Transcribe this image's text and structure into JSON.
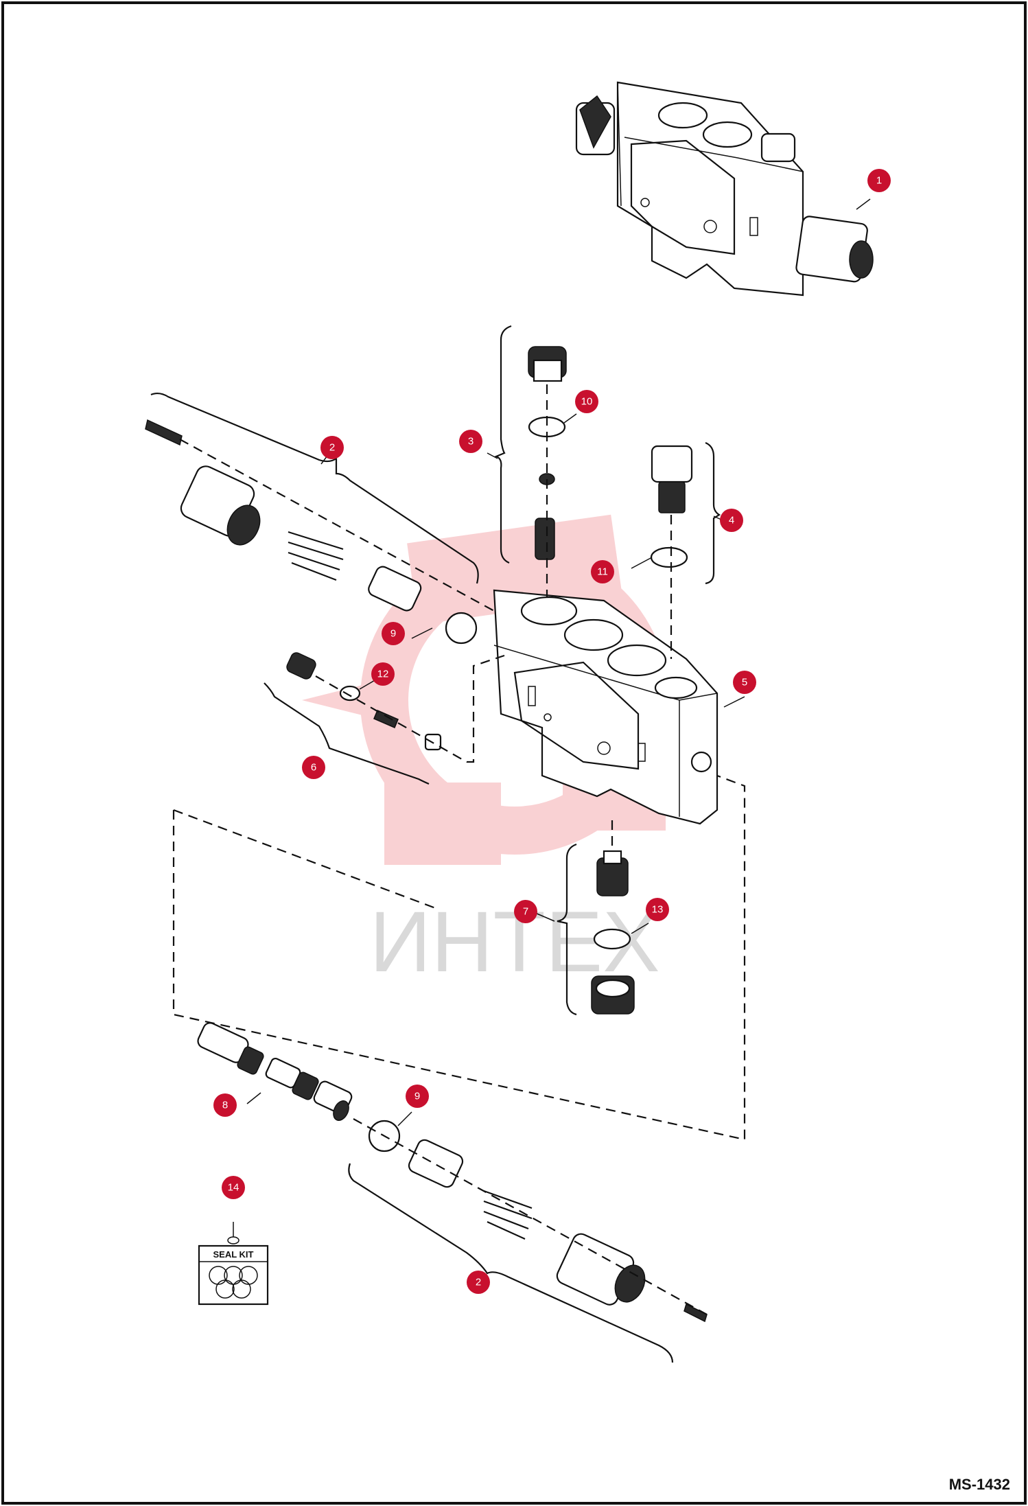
{
  "drawing_code": "MS-1432",
  "watermark": "ИНТЕХ",
  "seal_kit_label": "SEAL KIT",
  "callouts": [
    {
      "id": "1",
      "label": "1"
    },
    {
      "id": "2a",
      "label": "2"
    },
    {
      "id": "2b",
      "label": "2"
    },
    {
      "id": "3",
      "label": "3"
    },
    {
      "id": "4",
      "label": "4"
    },
    {
      "id": "5",
      "label": "5"
    },
    {
      "id": "6",
      "label": "6"
    },
    {
      "id": "7",
      "label": "7"
    },
    {
      "id": "8",
      "label": "8"
    },
    {
      "id": "9a",
      "label": "9"
    },
    {
      "id": "9b",
      "label": "9"
    },
    {
      "id": "10",
      "label": "10"
    },
    {
      "id": "11",
      "label": "11"
    },
    {
      "id": "12",
      "label": "12"
    },
    {
      "id": "13",
      "label": "13"
    },
    {
      "id": "14",
      "label": "14"
    }
  ]
}
